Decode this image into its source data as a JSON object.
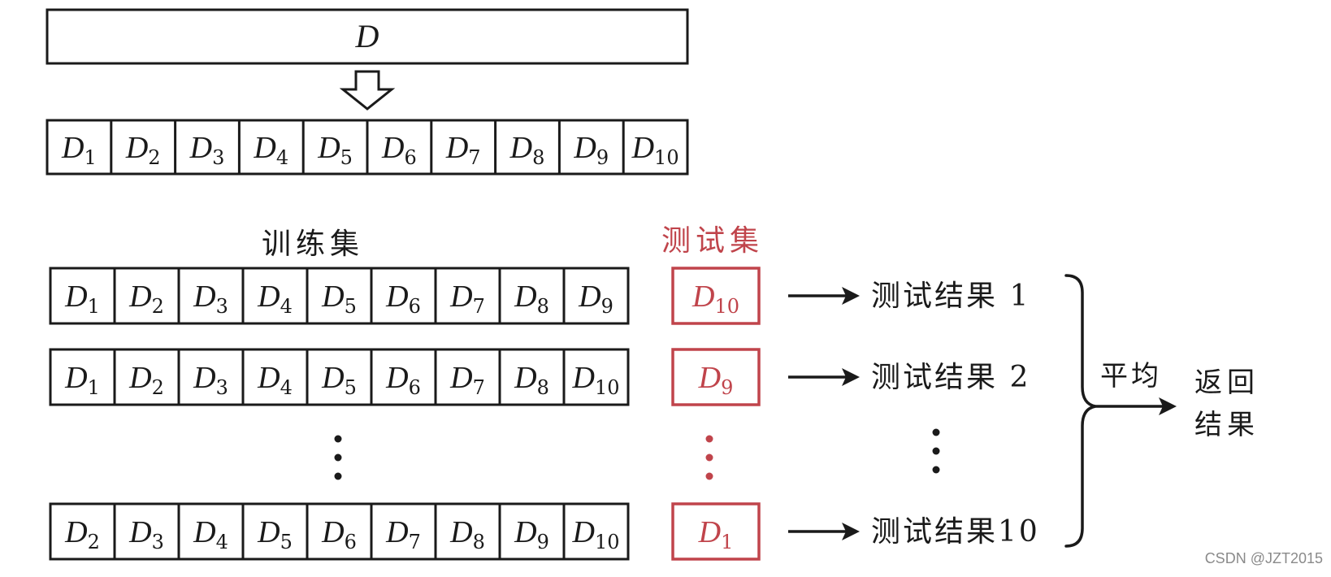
{
  "full_set": {
    "label": "D"
  },
  "partition": [
    "1",
    "2",
    "3",
    "4",
    "5",
    "6",
    "7",
    "8",
    "9",
    "10"
  ],
  "train_title": "训练集",
  "test_title": "测试集",
  "folds": [
    {
      "train": [
        "1",
        "2",
        "3",
        "4",
        "5",
        "6",
        "7",
        "8",
        "9"
      ],
      "test": "10",
      "result": "测试结果 1"
    },
    {
      "train": [
        "1",
        "2",
        "3",
        "4",
        "5",
        "6",
        "7",
        "8",
        "10"
      ],
      "test": "9",
      "result": "测试结果 2"
    },
    {
      "train": [
        "2",
        "3",
        "4",
        "5",
        "6",
        "7",
        "8",
        "9",
        "10"
      ],
      "test": "1",
      "result": "测试结果10"
    }
  ],
  "average_label": "平均",
  "return_label": [
    "返回",
    "结果"
  ],
  "colors": {
    "ink": "#1a1a1a",
    "accent": "#c0444b"
  },
  "watermark": "CSDN @JZT2015"
}
